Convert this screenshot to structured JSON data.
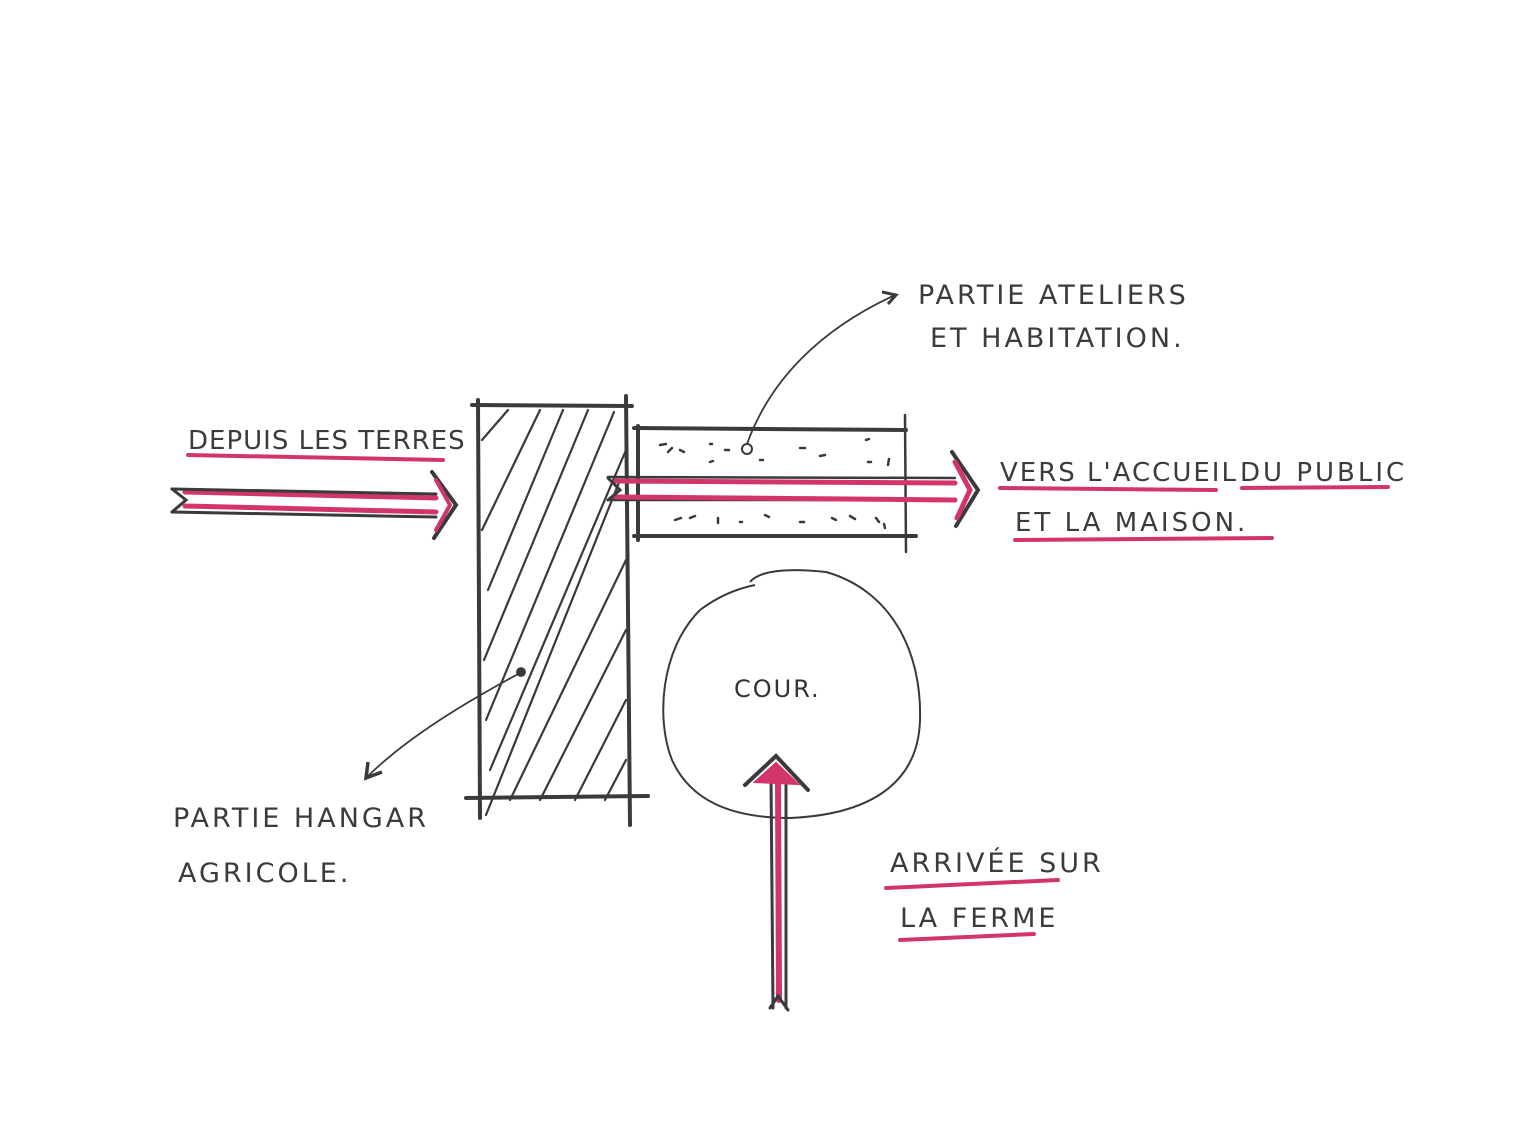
{
  "colors": {
    "ink": "#3a3a3a",
    "accent": "#d2356a",
    "paper": "#ffffff"
  },
  "labels": {
    "ateliers_line1": "PARTIE ATELIERS",
    "ateliers_line2": "ET HABITATION.",
    "depuis_terres": "DEPUIS LES TERRES",
    "vers_accueil_a": "VERS L'ACCUEIL",
    "vers_accueil_b": "DU PUBLIC",
    "et_maison": "ET LA MAISON.",
    "cour": "COUR.",
    "hangar_line1": "PARTIE HANGAR",
    "hangar_line2": "AGRICOLE.",
    "arrivee_line1": "ARRIVÉE SUR",
    "arrivee_line2": "LA FERME"
  },
  "elements": {
    "hangar_block": "hatched hangar volume",
    "ateliers_block": "dotted workshops & dwelling volume",
    "courtyard": "circular courtyard",
    "arrows": [
      "from fields (left to right)",
      "to public reception & house (left to right)",
      "farm arrival (bottom to top)"
    ]
  }
}
